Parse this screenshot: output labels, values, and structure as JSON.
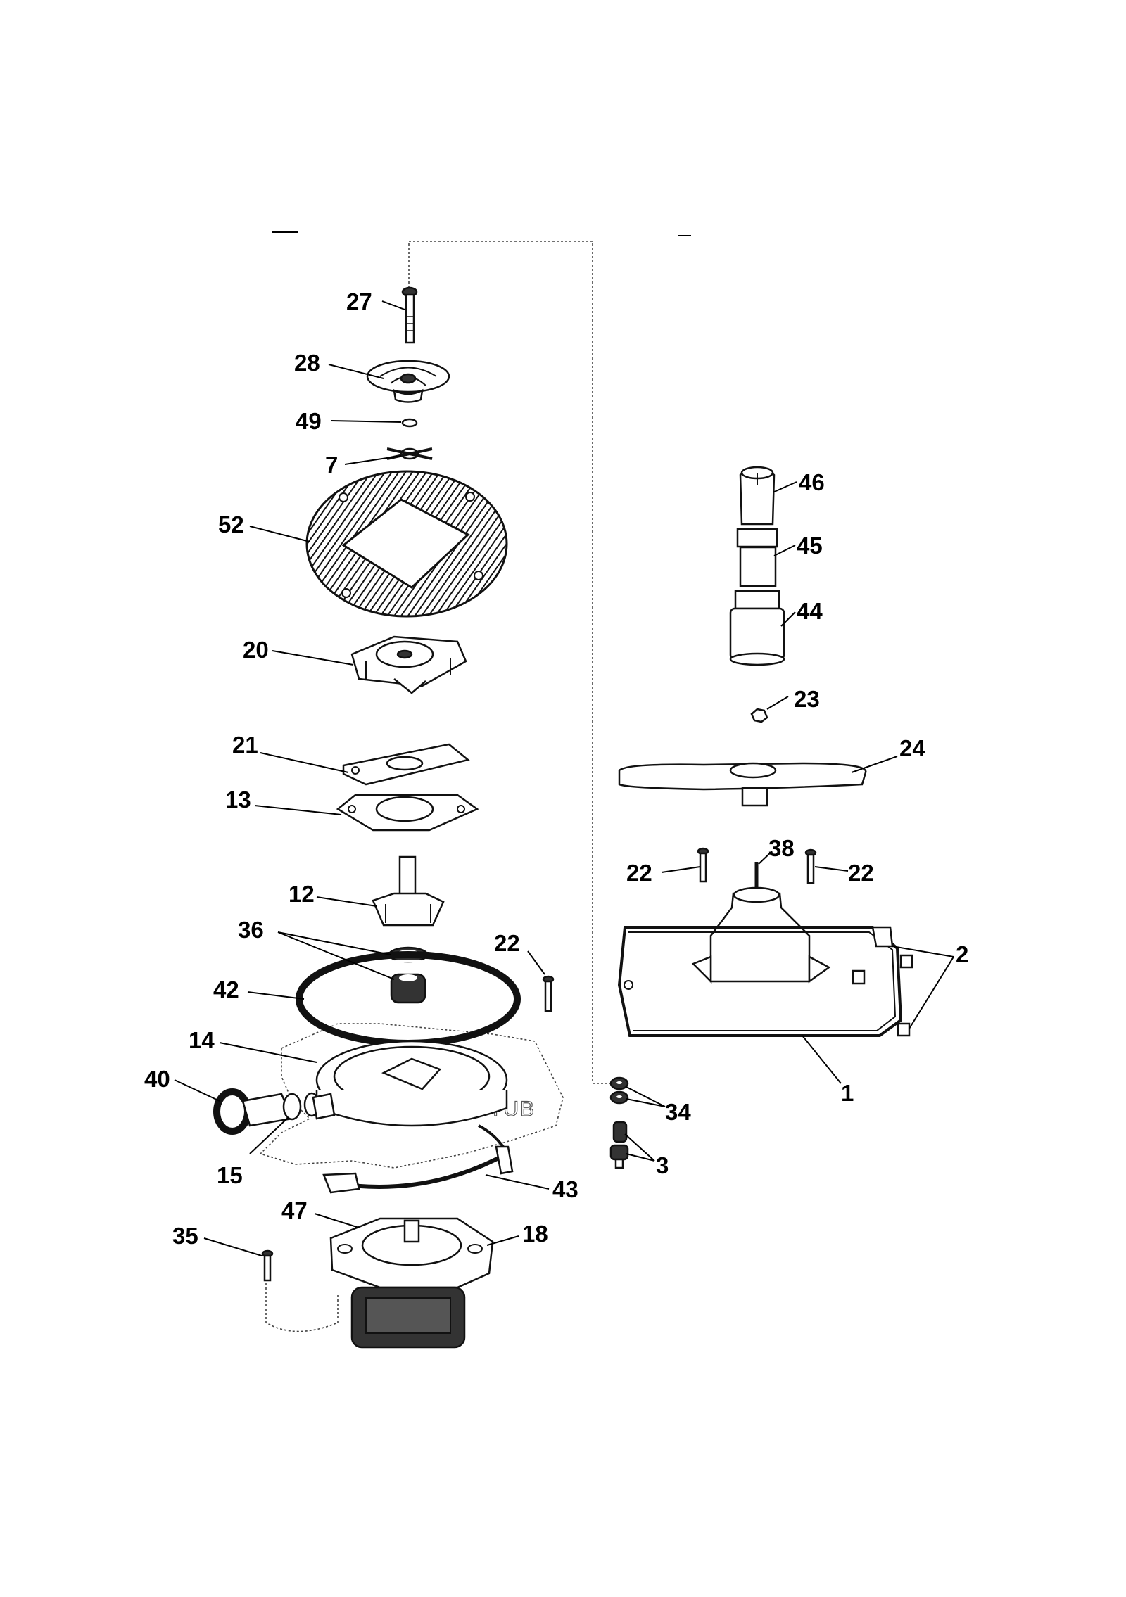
{
  "diagram": {
    "callouts": [
      "27",
      "28",
      "49",
      "7",
      "52",
      "20",
      "21",
      "13",
      "12",
      "36",
      "42",
      "22",
      "14",
      "40",
      "15",
      "43",
      "47",
      "18",
      "35",
      "46",
      "45",
      "44",
      "23",
      "24",
      "38",
      "22",
      "22",
      "2",
      "1",
      "34",
      "3"
    ],
    "tub_label": "TUB"
  }
}
